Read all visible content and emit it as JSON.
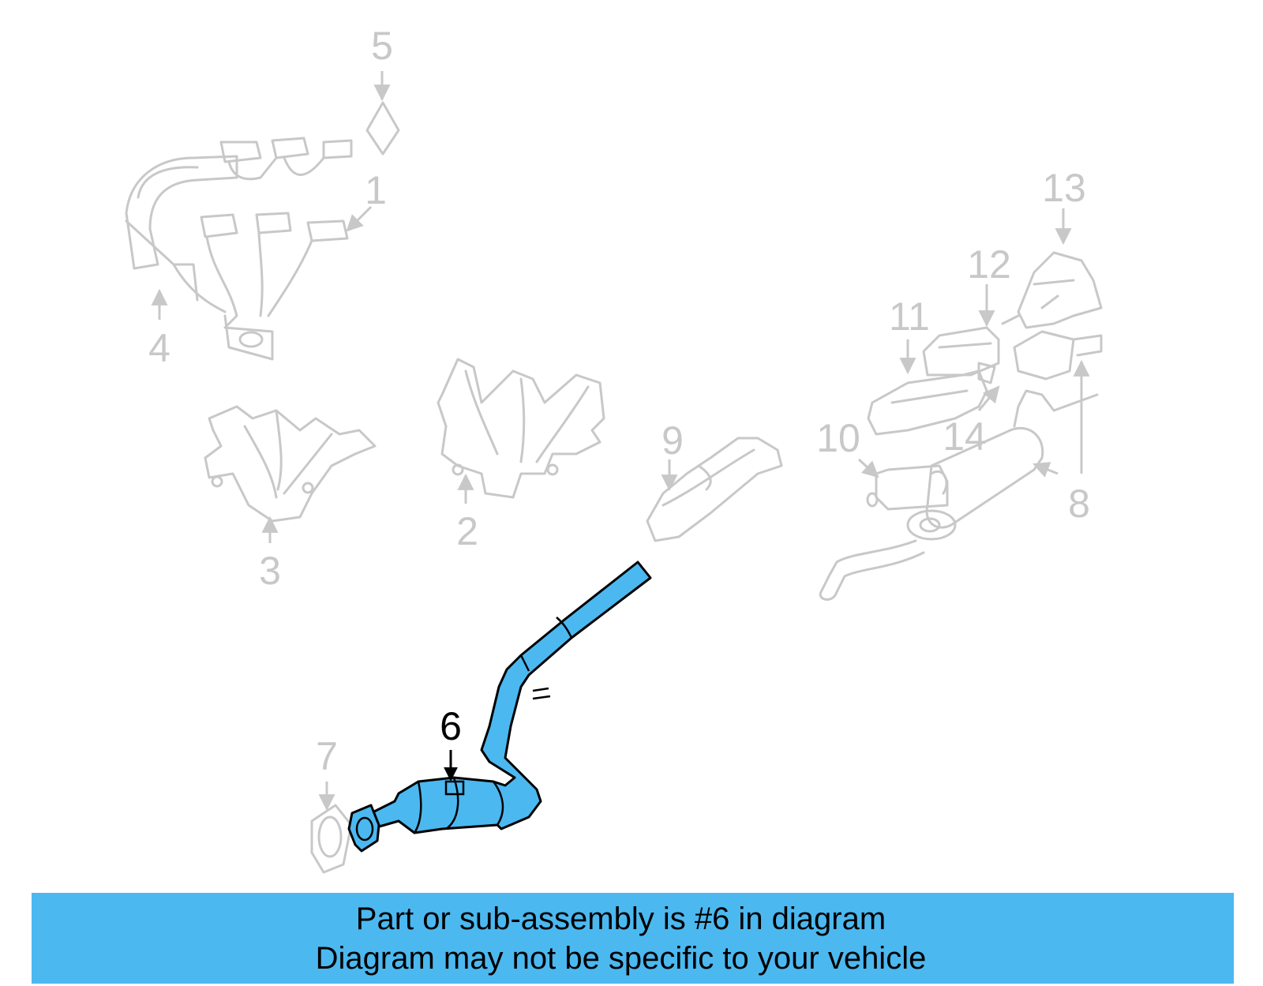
{
  "callouts": {
    "c1": "1",
    "c2": "2",
    "c3": "3",
    "c4": "4",
    "c5": "5",
    "c6": "6",
    "c7": "7",
    "c8": "8",
    "c9": "9",
    "c10": "10",
    "c11": "11",
    "c12": "12",
    "c13": "13",
    "c14": "14"
  },
  "highlighted_part": "6",
  "banner": {
    "line1": "Part or sub-assembly is #6 in diagram",
    "line2": "Diagram may not be specific to your vehicle"
  },
  "colors": {
    "highlight": "#4cb8f0",
    "ghost": "#c8c8c8"
  }
}
